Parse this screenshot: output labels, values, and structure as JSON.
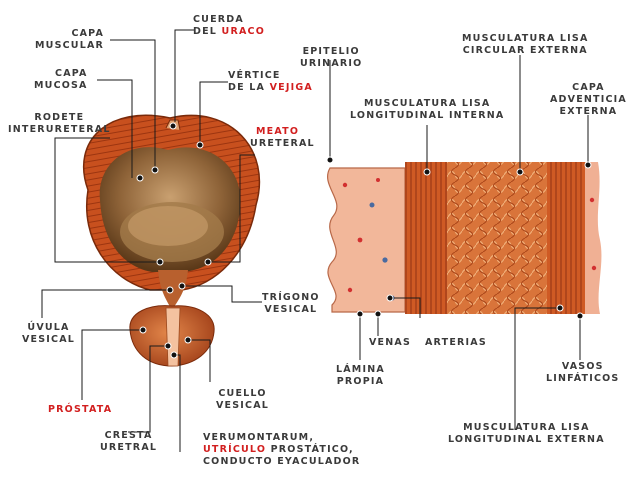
{
  "labels": {
    "capa_muscular": [
      "CAPA",
      "MUSCULAR"
    ],
    "capa_mucosa": [
      "CAPA",
      "MUCOSA"
    ],
    "rodete_interureteral": [
      "RODETE",
      "INTERURETERAL"
    ],
    "cuerda_uraco": {
      "line1": "CUERDA",
      "line2_pre": "DEL ",
      "line2_red": "URACO"
    },
    "vertice_vejiga": {
      "line1": "VÉRTICE",
      "line2_pre": "DE LA ",
      "line2_red": "VEJIGA"
    },
    "meato_ureteral": {
      "line1_red": "MEATO",
      "line2": "URETERAL"
    },
    "trigono_vesical": [
      "TRÍGONO",
      "VESICAL"
    ],
    "uvula_vesical": [
      "ÚVULA",
      "VESICAL"
    ],
    "prostata": "PRÓSTATA",
    "cuello_vesical": [
      "CUELLO",
      "VESICAL"
    ],
    "cresta_uretral": [
      "CRESTA",
      "URETRAL"
    ],
    "verumontanum": {
      "line1": "VERUMONTARUM,",
      "line2_red": "UTRÍCULO",
      "line2_post": " PROSTÁTICO,",
      "line3": "CONDUCTO EYACULADOR"
    },
    "epitelio_urinario": [
      "EPITELIO",
      "URINARIO"
    ],
    "musc_lisa_long_interna": [
      "MUSCULATURA LISA",
      "LONGITUDINAL INTERNA"
    ],
    "musc_lisa_circ_externa": [
      "MUSCULATURA LISA",
      "CIRCULAR EXTERNA"
    ],
    "capa_adventicia": [
      "CAPA",
      "ADVENTICIA",
      "EXTERNA"
    ],
    "lamina_propia": [
      "LÁMINA",
      "PROPIA"
    ],
    "venas": "VENAS",
    "arterias": "ARTERIAS",
    "vasos_linfaticos": [
      "VASOS",
      "LINFÁTICOS"
    ],
    "musc_lisa_long_externa": [
      "MUSCULATURA LISA",
      "LONGITUDINAL EXTERNA"
    ]
  },
  "colors": {
    "muscle": "#c8501e",
    "muscle_dark": "#8a2a0c",
    "interior": "#9a6a3c",
    "mucosa": "#f2b79a",
    "label_text": "#3a3a3a",
    "highlight_text": "#d21f1f",
    "leader_line": "#1a1a1a"
  }
}
